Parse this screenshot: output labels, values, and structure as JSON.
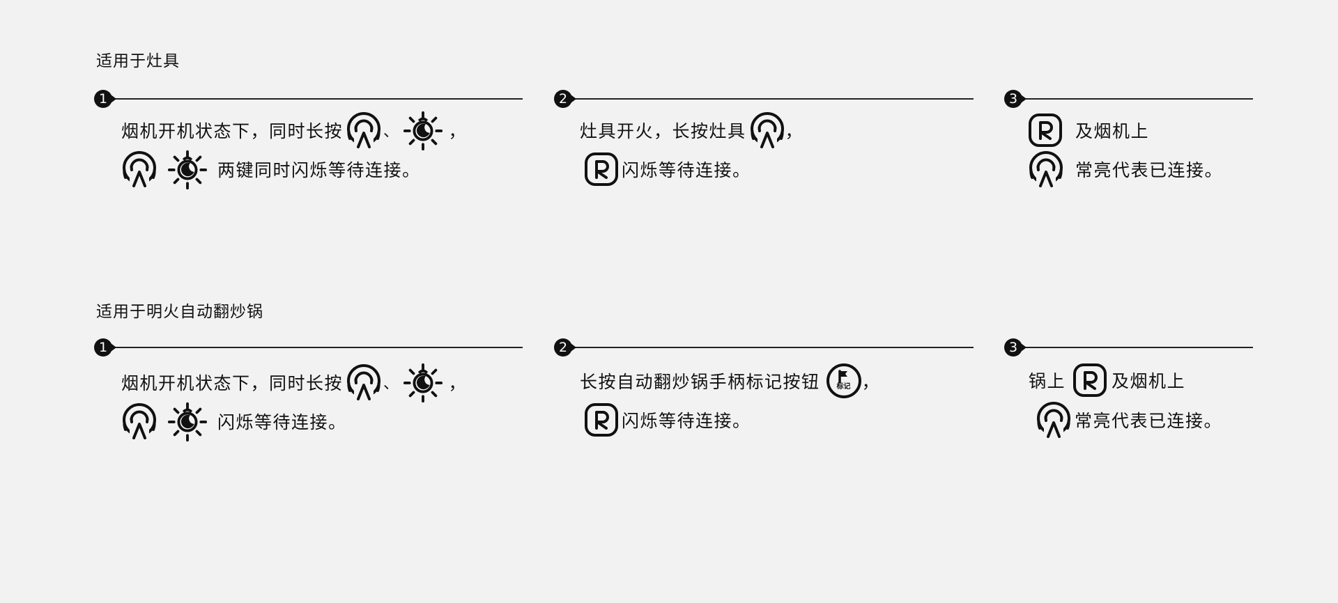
{
  "sections": [
    {
      "title": "适用于灶具",
      "steps": [
        {
          "num": "1",
          "line1": {
            "text": "烟机开机状态下，同时长按",
            "sep": "、",
            "end": "，"
          },
          "line2": {
            "text": "两键同时闪烁等待连接。"
          }
        },
        {
          "num": "2",
          "line1": {
            "text": "灶具开火，长按灶具",
            "end": "，"
          },
          "line2": {
            "text": "闪烁等待连接。"
          }
        },
        {
          "num": "3",
          "line1": {
            "text": "及烟机上"
          },
          "line2": {
            "text": "常亮代表已连接。"
          }
        }
      ]
    },
    {
      "title": "适用于明火自动翻炒锅",
      "steps": [
        {
          "num": "1",
          "line1": {
            "text": "烟机开机状态下，同时长按",
            "sep": "、",
            "end": "，"
          },
          "line2": {
            "text": "闪烁等待连接。"
          }
        },
        {
          "num": "2",
          "line1": {
            "text": "长按自动翻炒锅手柄标记按钮",
            "end": "，"
          },
          "line2": {
            "text": "闪烁等待连接。"
          }
        },
        {
          "num": "3",
          "line1": {
            "pre": "锅上",
            "text": "及烟机上"
          },
          "line2": {
            "text": "常亮代表已连接。"
          }
        }
      ]
    }
  ],
  "icons": {
    "signal": "wifi-signal-icon",
    "light": "light-sun-moon-icon",
    "r": "r-connect-icon",
    "mark": "mark-flag-button-icon",
    "mark_label": "标记"
  },
  "colors": {
    "background": "#f2f2f2",
    "ink": "#111111"
  }
}
